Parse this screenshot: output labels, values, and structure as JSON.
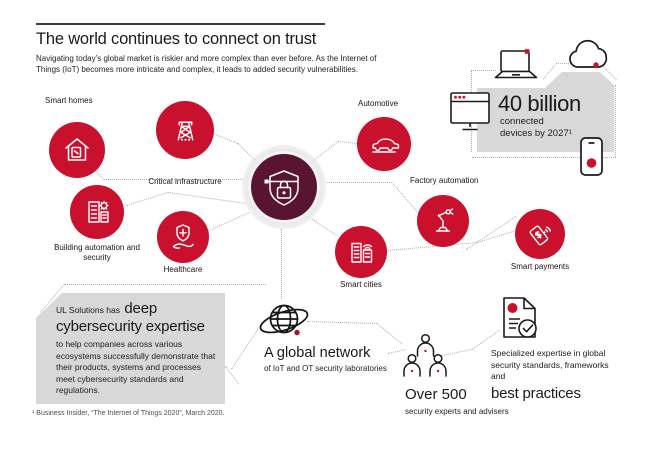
{
  "header": {
    "title": "The world continues to connect on trust",
    "subtitle": "Navigating today’s global market is riskier and more complex than ever before. As the Internet of Things (IoT) becomes more intricate and complex, it leads to added security vulnerabilities."
  },
  "hub": {
    "icon": "shield-lock-icon"
  },
  "sectors": [
    {
      "id": "smart-homes",
      "label": "Smart homes",
      "icon": "smart-home-icon"
    },
    {
      "id": "critical-infrastructure",
      "label": "Critical infrastructure",
      "icon": "transmission-tower-icon"
    },
    {
      "id": "automotive",
      "label": "Automotive",
      "icon": "car-icon"
    },
    {
      "id": "building-automation",
      "label": "Building automation and security",
      "icon": "building-gear-icon"
    },
    {
      "id": "healthcare",
      "label": "Healthcare",
      "icon": "hand-shield-cross-icon"
    },
    {
      "id": "factory-automation",
      "label": "Factory automation",
      "icon": "robot-arm-icon"
    },
    {
      "id": "smart-cities",
      "label": "Smart cities",
      "icon": "city-wifi-icon"
    },
    {
      "id": "smart-payments",
      "label": "Smart payments",
      "icon": "contactless-payment-icon"
    }
  ],
  "devices_stat": {
    "value": "40 billion",
    "caption_line1": "connected",
    "caption_line2": "devices by 2027¹",
    "icons": [
      "laptop-icon",
      "cloud-icon",
      "monitor-icon",
      "smartphone-icon"
    ]
  },
  "expertise": {
    "lead": "UL Solutions has",
    "highlight_line1": "deep",
    "highlight_line2": "cybersecurity expertise",
    "body": "to help companies across various ecosystems successfully demonstrate that their products, systems and processes meet cybersecurity standards and regulations."
  },
  "network": {
    "title": "A global network",
    "caption": "of IoT and OT security laboratories",
    "icon": "globe-orbit-icon"
  },
  "experts": {
    "value": "Over 500",
    "caption": "security experts and advisers",
    "icon": "people-group-icon"
  },
  "standards": {
    "intro_line1": "Specialized expertise in global",
    "intro_line2": "security standards, frameworks and",
    "highlight": "best practices",
    "icon": "document-check-icon"
  },
  "footnote": "¹ Business Insider, “The Internet of Things 2020”, March 2020.",
  "colors": {
    "brand_red": "#C9112E",
    "hub_maroon": "#581431",
    "blob_gray": "#D8D8D8",
    "text_dark": "#1A1A1A",
    "dotted_gray": "#B7ABA7"
  }
}
